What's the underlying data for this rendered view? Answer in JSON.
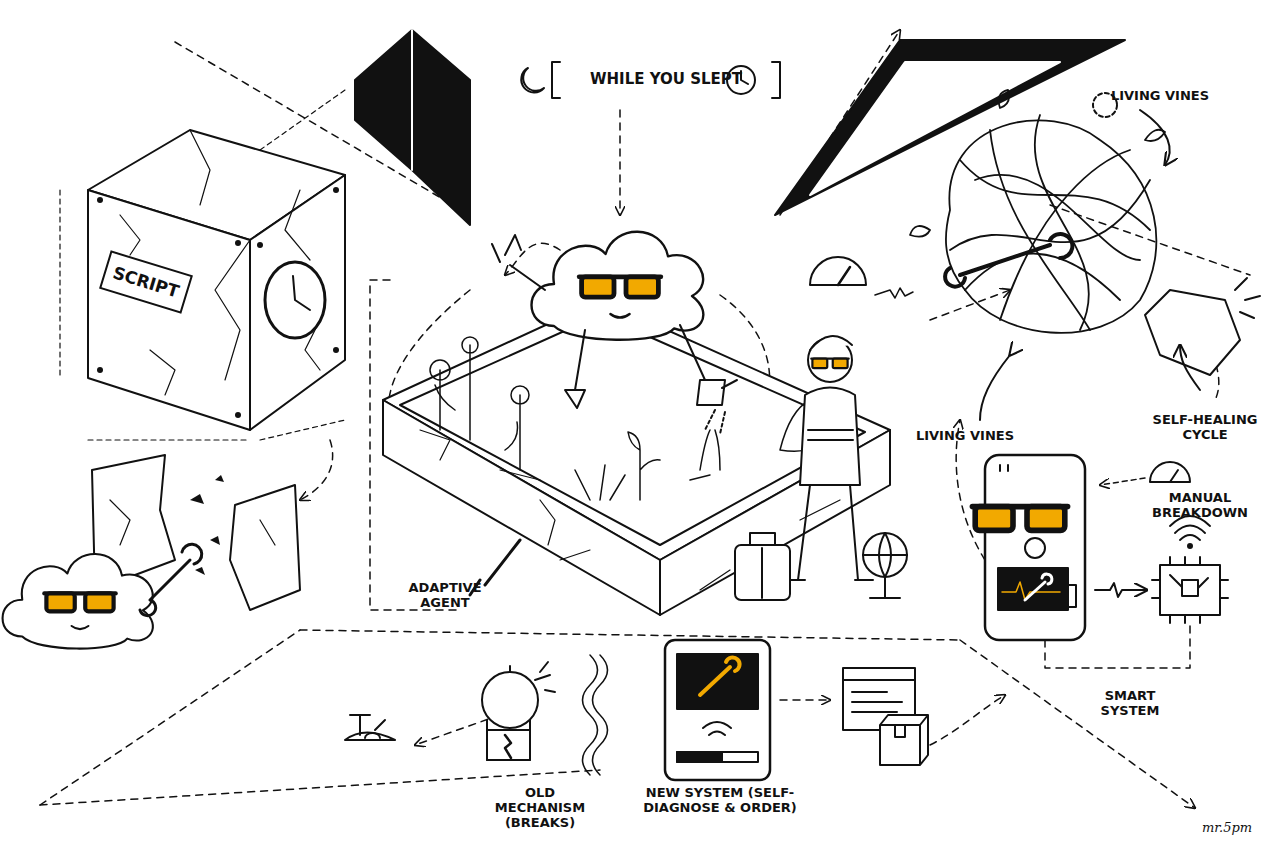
{
  "diagram": {
    "title": "WHILE YOU SLEPT",
    "nodes": [
      {
        "text": [
          "SCRIPT"
        ]
      }
    ],
    "labels": [
      "LIVING VINES",
      "LIVING VINES",
      "SELF-HEALING CYCLE",
      "MANUAL BREAKDOWN",
      "SMART SYSTEM",
      "ADAPTIVE AGENT",
      "OLD MECHANISM (BREAKS)",
      "NEW SYSTEM (SELF-DIAGNOSE & ORDER)",
      "mr.5pm"
    ]
  }
}
